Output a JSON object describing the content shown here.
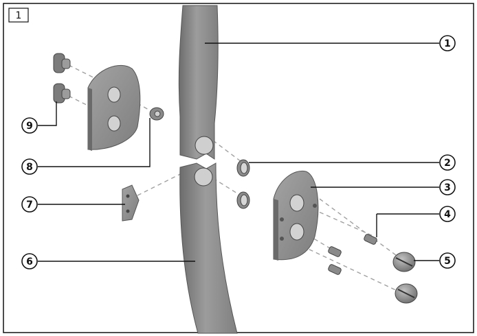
{
  "figure": {
    "number": "1"
  },
  "callouts": [
    {
      "number": "1",
      "part": "strap-piece-upper"
    },
    {
      "number": "2",
      "part": "ring"
    },
    {
      "number": "3",
      "part": "plate-front"
    },
    {
      "number": "4",
      "part": "screw"
    },
    {
      "number": "5",
      "part": "knob-screw"
    },
    {
      "number": "6",
      "part": "strap-piece-lower"
    },
    {
      "number": "7",
      "part": "small-plate"
    },
    {
      "number": "8",
      "part": "nut"
    },
    {
      "number": "9",
      "part": "rivet-screw"
    }
  ],
  "colors": {
    "part_fill": "#8f8f8f",
    "part_light": "#a9a9a9",
    "part_dark": "#5f5f5f",
    "hole": "#cfcfcf",
    "line": "#111111",
    "dash": "#a0a0a0"
  }
}
